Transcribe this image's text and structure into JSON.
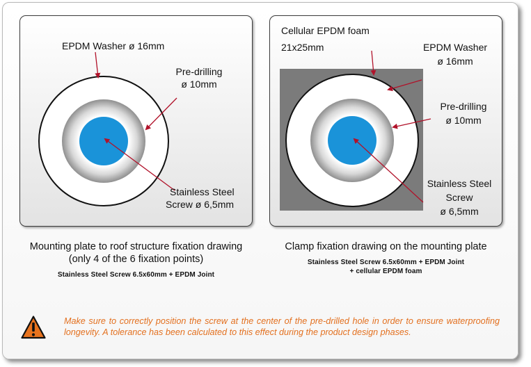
{
  "left_panel": {
    "washer_label": "EPDM Washer ø 16mm",
    "predrill_label_1": "Pre-drilling",
    "predrill_label_2": "ø 10mm",
    "screw_label_1": "Stainless Steel",
    "screw_label_2": "Screw ø 6,5mm",
    "caption_1": "Mounting plate to roof structure fixation drawing",
    "caption_2": "(only 4 of the 6 fixation points)",
    "spec": "Stainless Steel Screw 6.5x60mm + EPDM Joint"
  },
  "right_panel": {
    "foam_label_1": "Cellular EPDM foam",
    "foam_label_2": "21x25mm",
    "washer_label_1": "EPDM Washer",
    "washer_label_2": "ø 16mm",
    "predrill_label_1": "Pre-drilling",
    "predrill_label_2": "ø 10mm",
    "screw_label_1": "Stainless Steel",
    "screw_label_2": "Screw",
    "screw_label_3": "ø 6,5mm",
    "caption": "Clamp fixation drawing on the mounting plate",
    "spec_1": "Stainless Steel Screw 6.5x60mm + EPDM Joint",
    "spec_2": "+ cellular EPDM foam"
  },
  "warning": {
    "icon": "warning-triangle-icon",
    "text": "Make sure to correctly position the screw at the center of the pre-drilled hole in order to ensure waterproofing longevity. A tolerance has been calculated to this effect during the product design phases."
  },
  "colors": {
    "screw": "#1a93d9",
    "arrow": "#b1122a",
    "foam": "#7b7b7b",
    "warning_text": "#e3701f",
    "warning_icon": "#e8731e"
  }
}
